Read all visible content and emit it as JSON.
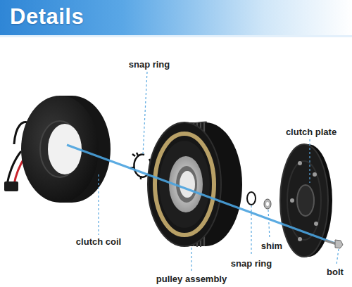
{
  "diagram": {
    "title": "Details",
    "labels": [
      "snap ring",
      "clutch coil",
      "pulley assembly",
      "snap ring",
      "shim",
      "clutch plate",
      "bolt"
    ]
  }
}
